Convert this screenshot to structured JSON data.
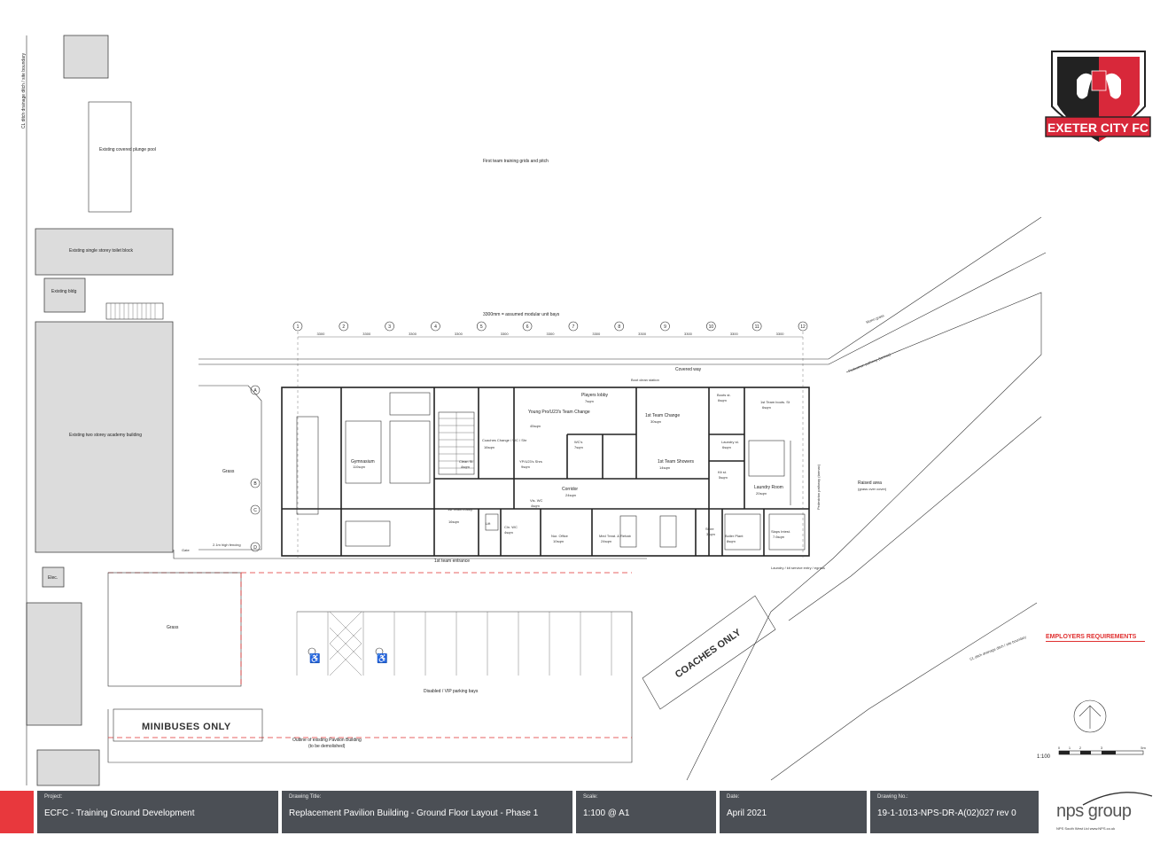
{
  "drawing": {
    "labels": {
      "pitch": "First team training grids and pitch",
      "modular": "3300mm = assumed modular unit bays",
      "covered_way": "Covered way",
      "grass1": "Grass",
      "grass2": "Grass",
      "high_fencing": "2.1m high fencing",
      "gate": "Gate",
      "first_team_entrance": "1st team entrance",
      "disabled_parking": "Disabled / VIP parking bays",
      "outline_existing": "Outline of existing Pavilion Building",
      "to_be_demolished": "(to be demolished)",
      "coaches_only": "COACHES ONLY",
      "minibuses_only": "MINIBUSES ONLY",
      "plunge_pool": "Existing covered plunge pool",
      "toilet_block": "Existing single storey toilet block",
      "existing_bldg": "Existing bldg",
      "academy": "Existing two storey academy building",
      "elec": "Elec.",
      "mown_grass": "Mown grass",
      "pedestrian_path_top": "Pedestrian pathway (tarmac)",
      "pedestrian_path_side": "Pedestrian pathway (tarmac)",
      "raised_area": "Raised area",
      "raised_area_sub": "(grass over cover)",
      "laundry_entry": "Laundry / kit service entry / egress",
      "ditch_left": "CL ditch drainage ditch / site boundary",
      "ditch_right": "CL ditch drainage ditch / site boundary",
      "boot_clean": "Boot clean station"
    },
    "rooms": [
      {
        "name": "Gymnasium",
        "area": "110sqm"
      },
      {
        "name": "Young Pro/U23's Team Change",
        "area": "45sqm"
      },
      {
        "name": "Players lobby",
        "area": "7sqm"
      },
      {
        "name": "1st Team Change",
        "area": "30sqm"
      },
      {
        "name": "Boots st.",
        "area": "6sqm"
      },
      {
        "name": "1st Team boots. St",
        "area": "6sqm"
      },
      {
        "name": "Coaches Change / WC / Shr",
        "area": "16sqm"
      },
      {
        "name": "Clean St.",
        "area": "4sqm"
      },
      {
        "name": "WC's",
        "area": "7sqm"
      },
      {
        "name": "YP/U23's Shrs",
        "area": "9sqm"
      },
      {
        "name": "1st Team Showers",
        "area": "14sqm"
      },
      {
        "name": "Laundry st.",
        "area": "6sqm"
      },
      {
        "name": "Kit st.",
        "area": "5sqm"
      },
      {
        "name": "Laundry Room",
        "area": "20sqm"
      },
      {
        "name": "Corridor",
        "area": "24sqm"
      },
      {
        "name": "Vis. WC",
        "area": "4sqm"
      },
      {
        "name": "1st Team Lobby",
        "area": "16sqm"
      },
      {
        "name": "Lift",
        "area": ""
      },
      {
        "name": "Cln. WC",
        "area": "4sqm"
      },
      {
        "name": "Nur. Office",
        "area": "10sqm"
      },
      {
        "name": "Med Treat. & Rehab",
        "area": "24sqm"
      },
      {
        "name": "Store",
        "area": "3sqm"
      },
      {
        "name": "Boiler Plant",
        "area": "8sqm"
      },
      {
        "name": "Slaps Intest.",
        "area": "7.6sqm"
      }
    ],
    "grid": [
      "1",
      "2",
      "3",
      "4",
      "5",
      "6",
      "7",
      "8",
      "9",
      "10",
      "11",
      "12"
    ],
    "grid_rows": [
      "A",
      "B",
      "C",
      "D"
    ],
    "bay_dims": [
      "3300",
      "3300",
      "3300",
      "3300",
      "3300",
      "3300",
      "3300",
      "3300",
      "3300",
      "3300",
      "3300"
    ],
    "scale_text": "1:100",
    "scale_ticks": [
      "0",
      "1",
      "2",
      "3",
      "5m"
    ]
  },
  "logo": {
    "text": "EXETER CITY FC"
  },
  "stamp": "EMPLOYERS REQUIREMENTS",
  "title_block": {
    "project_cap": "Project:",
    "project": "ECFC - Training Ground Development",
    "title_cap": "Drawing Title:",
    "title": "Replacement Pavilion Building - Ground Floor Layout - Phase 1",
    "scale_cap": "Scale:",
    "scale": "1:100 @ A1",
    "date_cap": "Date:",
    "date": "April 2021",
    "drawing_cap": "Drawing No.:",
    "drawing_no": "19-1-1013-NPS-DR-A(02)027 rev 0",
    "company_word": "nps group",
    "company_sub": "NPS South West Ltd   www.NPS.co.uk"
  },
  "colors": {
    "accent_red": "#e8383d",
    "block_grey": "#4b4f55"
  }
}
